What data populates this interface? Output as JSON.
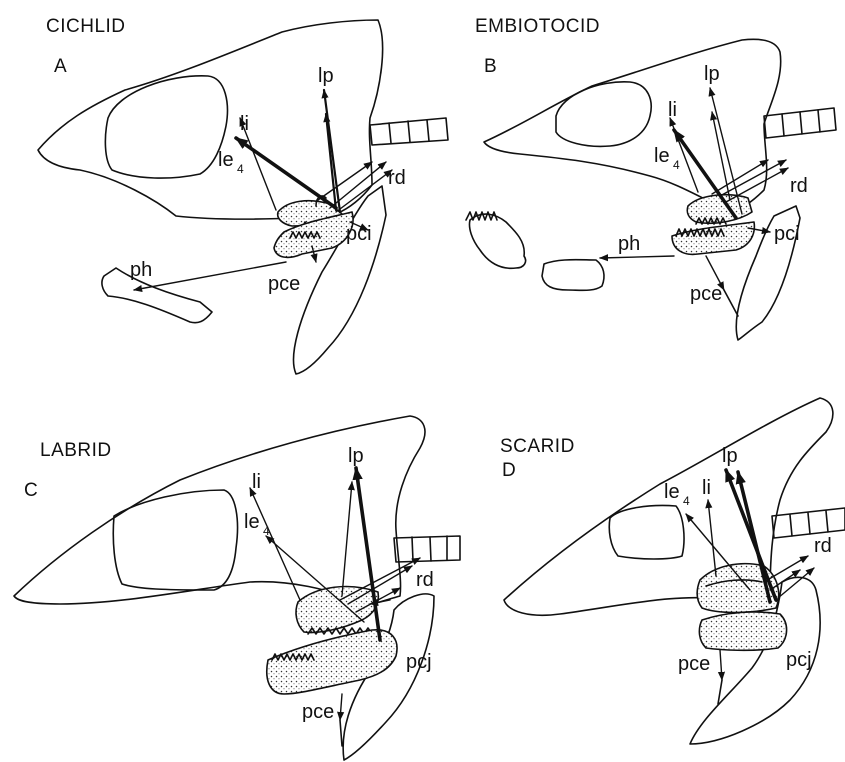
{
  "panels": [
    {
      "title": "CICHLID",
      "letter": "A"
    },
    {
      "title": "EMBIOTOCID",
      "letter": "B"
    },
    {
      "title": "LABRID",
      "letter": "C"
    },
    {
      "title": "SCARID",
      "letter": "D"
    }
  ],
  "labels": {
    "lp": "lp",
    "li": "li",
    "le": "le",
    "le_sub": "4",
    "rd": "rd",
    "pci": "pci",
    "pcj": "pcj",
    "pce": "pce",
    "ph": "ph"
  }
}
